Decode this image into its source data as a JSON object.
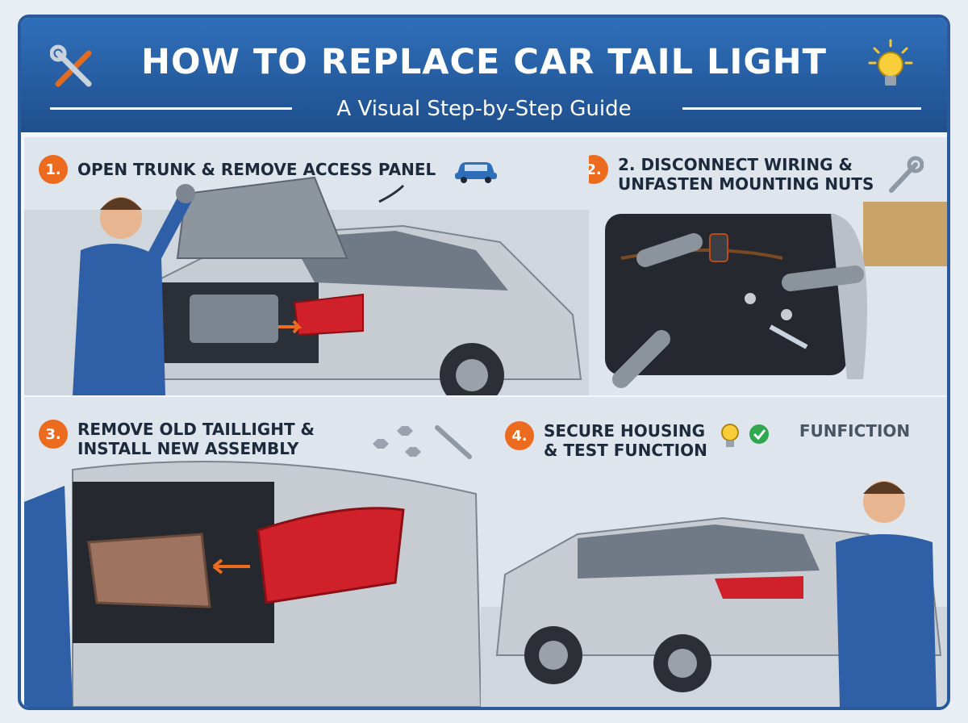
{
  "header": {
    "title": "HOW TO REPLACE CAR TAIL LIGHT",
    "subtitle": "A Visual Step-by-Step Guide",
    "left_icon": "wrench-screwdriver-icon",
    "right_icon": "light-bulb-icon"
  },
  "steps": [
    {
      "number": "1.",
      "text": "OPEN TRUNK & REMOVE ACCESS PANEL",
      "icon": "car-icon"
    },
    {
      "number": "2.",
      "line1": "2. DISCONNECT WIRING &",
      "line2": "UNFASTEN MOUNTING NUTS",
      "icon": "wrench-icon"
    },
    {
      "number": "3.",
      "line1": "REMOVE OLD TAILLIGHT &",
      "line2": "INSTALL NEW ASSEMBLY",
      "icon": "nuts-and-wrench-icon"
    },
    {
      "number": "4.",
      "line1": "SECURE HOUSING",
      "line2": "& TEST FUNCTION",
      "extra": "FUNFICTION",
      "icon": "bulb-check-icon"
    }
  ],
  "colors": {
    "header_blue": "#2f6fba",
    "step_orange": "#ec6b1e",
    "tail_red": "#d0202a",
    "car_silver": "#c7ccd3"
  }
}
